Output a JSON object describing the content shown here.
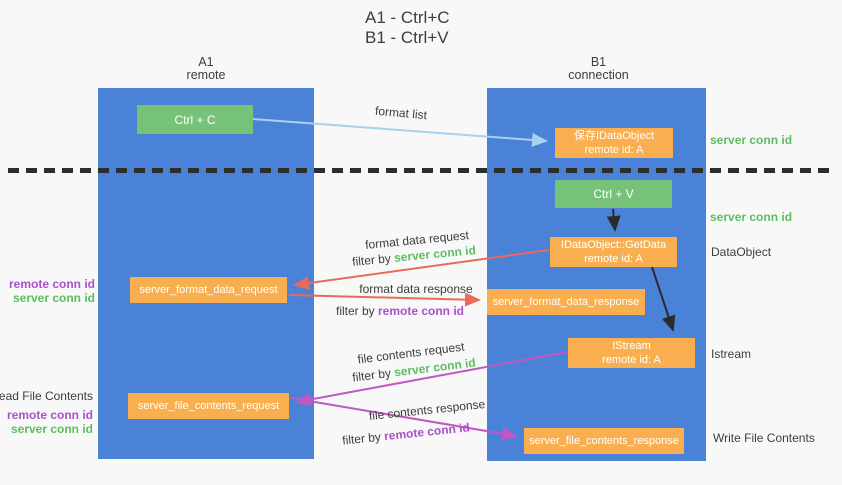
{
  "title": {
    "line1": "A1 - Ctrl+C",
    "line2": "B1 - Ctrl+V"
  },
  "lanes": {
    "left": {
      "name": "A1",
      "role": "remote"
    },
    "right": {
      "name": "B1",
      "role": "connection"
    }
  },
  "nodes": {
    "ctrl_c": {
      "label": "Ctrl + C"
    },
    "save_idataobject": {
      "line1": "保存IDataObject",
      "line2": "remote id: A"
    },
    "ctrl_v": {
      "label": "Ctrl + V"
    },
    "getdata": {
      "line1": "IDataObject::GetData",
      "line2": "remote id: A"
    },
    "format_request": {
      "label": "server_format_data_request"
    },
    "format_response": {
      "label": "server_format_data_response"
    },
    "istream": {
      "line1": "IStream",
      "line2": "remote id: A"
    },
    "file_request": {
      "label": "server_file_contents_request"
    },
    "file_response": {
      "label": "server_file_contents_response"
    }
  },
  "flow_labels": {
    "format_list": "format list",
    "format_data_request": "format data request",
    "format_request_filter": {
      "prefix": "filter by ",
      "key": "server conn id"
    },
    "format_data_response": "format data response",
    "format_response_filter": {
      "prefix": "filter by ",
      "key": "remote conn id"
    },
    "file_contents_request": "file contents request",
    "file_request_filter": {
      "prefix": "filter by ",
      "key": "server conn id"
    },
    "file_contents_response": "file contents response",
    "file_response_filter": {
      "prefix": "filter by ",
      "key": "remote conn id"
    }
  },
  "side_labels": {
    "server_conn_top": "server conn id",
    "server_conn_mid": "server conn id",
    "dataobject": "DataObject",
    "istream": "Istream",
    "write_file": "Write File Contents",
    "read_file": "Read File Contents",
    "format_remote_conn": "remote conn id",
    "format_server_conn": "server conn id",
    "file_remote_conn": "remote conn id",
    "file_server_conn": "server conn id"
  },
  "colors": {
    "background": "#f8f8f8",
    "column_blue": "#4a82d8",
    "box_green": "#76c279",
    "box_orange": "#f9af4f",
    "arrow_light_blue": "#a8d2ee",
    "arrow_red": "#e96a5b",
    "arrow_magenta": "#bf58c5",
    "arrow_black": "#2b2b2b",
    "text_green": "#5cbe60",
    "text_purple": "#ab51c8",
    "text_dark": "#3d3d3d"
  }
}
